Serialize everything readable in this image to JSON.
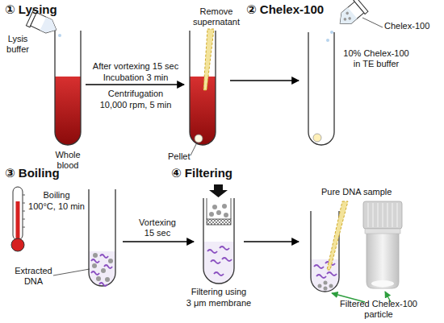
{
  "diagram": {
    "labels": [
      "① Lysing",
      "② Chelex-100",
      "Lysis buffer",
      "Whole blood",
      "After vortexing 15 sec",
      "Incubation 3 min",
      "Centrifugation",
      "10,000 rpm, 5 min",
      "Remove supernatant",
      "Pellet",
      "Chelex-100",
      "10% Chelex-100 in TE buffer",
      "③ Boiling",
      "④ Filtering",
      "Boiling",
      "100°C, 10 min",
      "Extracted DNA",
      "Vortexing 15 sec",
      "Filtering using",
      "3 μm membrane",
      "Pure DNA sample",
      "Filtered Chelex-100 particle"
    ]
  }
}
